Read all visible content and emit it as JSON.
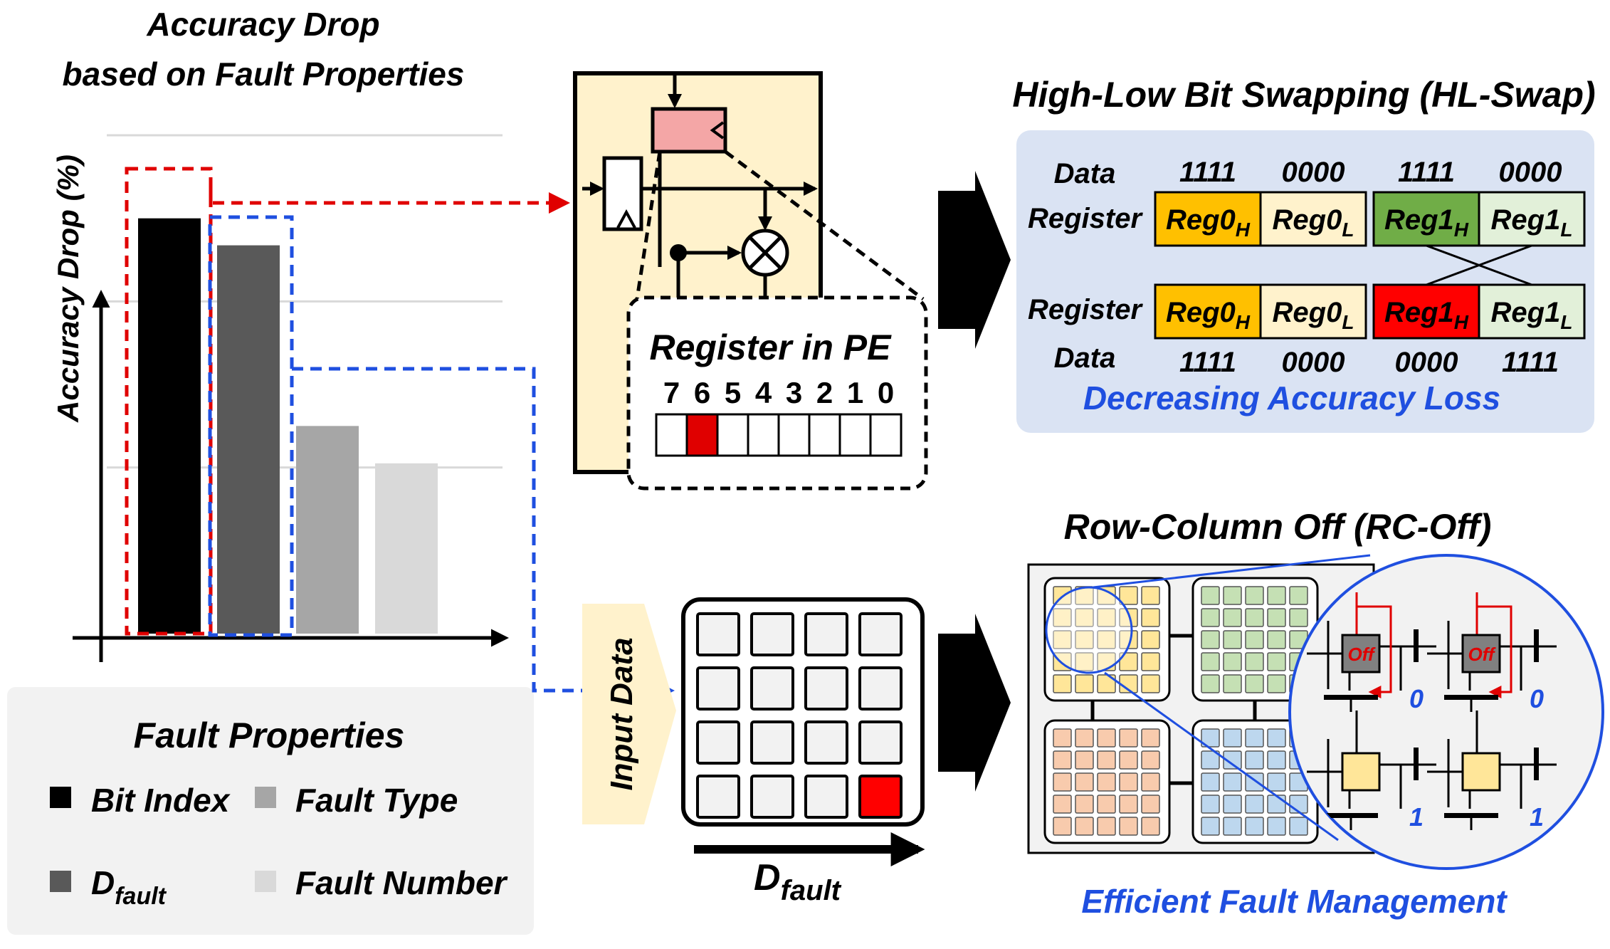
{
  "chart": {
    "title_line1": "Accuracy Drop",
    "title_line2": "based on Fault Properties",
    "ylabel": "Accuracy Drop (%)"
  },
  "chart_data": {
    "type": "bar",
    "title": "Accuracy Drop based on Fault Properties",
    "xlabel": "",
    "ylabel": "Accuracy Drop (%)",
    "categories": [
      "Bit Index",
      "Dfault",
      "Fault Type",
      "Fault Number"
    ],
    "values": [
      100,
      93.5,
      50,
      41
    ],
    "ylim": [
      0,
      120
    ],
    "bar_colors": [
      "#000000",
      "#595959",
      "#a6a6a6",
      "#d9d9d9"
    ],
    "grid": true,
    "legend": "bottom"
  },
  "legend": {
    "title": "Fault Properties",
    "items": [
      {
        "label": "Bit Index",
        "color": "#000000"
      },
      {
        "label": "Fault Type",
        "color": "#a6a6a6"
      },
      {
        "label": "D",
        "sub": "fault",
        "color": "#595959"
      },
      {
        "label": "Fault Number",
        "color": "#d9d9d9"
      }
    ]
  },
  "register": {
    "title": "Register in PE",
    "bits": [
      "7",
      "6",
      "5",
      "4",
      "3",
      "2",
      "1",
      "0"
    ],
    "faulty_bit_index": 1
  },
  "input": {
    "label": "Input Data",
    "dfault_main": "D",
    "dfault_sub": "fault",
    "faulty_cell": 15
  },
  "hlswap": {
    "title": "High-Low Bit Swapping (HL-Swap)",
    "row_data": "Data",
    "row_register": "Register",
    "top_data": [
      "1111",
      "0000",
      "1111",
      "0000"
    ],
    "bottom_data": [
      "1111",
      "0000",
      "0000",
      "1111"
    ],
    "reg0": "Reg0",
    "reg1": "Reg1",
    "sub_h": "H",
    "sub_l": "L",
    "caption": "Decreasing Accuracy Loss",
    "colors": {
      "reg0_h": "#ffc000",
      "reg0_l": "#fff2cc",
      "reg1_h_top": "#70ad47",
      "reg1_h_bottom": "#ff0000",
      "reg1_l": "#e2f0d9",
      "panel": "#dae3f3"
    }
  },
  "rcoff": {
    "title": "Row-Column Off (RC-Off)",
    "off_label": "Off",
    "outputs": [
      "0",
      "0",
      "1",
      "1"
    ],
    "caption": "Efficient Fault Management",
    "colors": {
      "yellow": "#ffe699",
      "green": "#c5e0b4",
      "orange": "#f8cbad",
      "blue": "#bdd7ee"
    }
  }
}
